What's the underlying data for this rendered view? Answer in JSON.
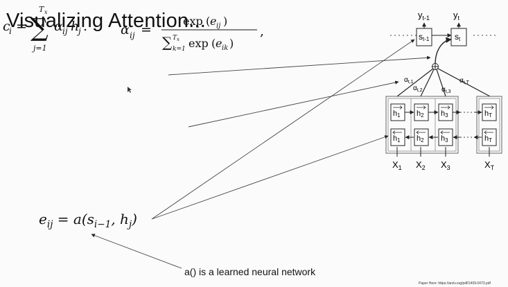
{
  "slide": {
    "title": "Visualizing Attention...",
    "caption": "a() is a learned neural network",
    "source": "Paper Here: https://arxiv.org/pdf/1409.0473.pdf"
  },
  "equations": {
    "context": "c_i = sum_{j=1}^{T_x} alpha_ij h_j.",
    "weight": "alpha_ij = exp(e_ij) / sum_{k=1}^{T_x} exp(e_ik),",
    "score": "e_ij = a(s_{i-1}, h_j)"
  },
  "diagram": {
    "outputs": [
      "y_{t-1}",
      "y_t"
    ],
    "states": [
      "s_{t-1}",
      "s_t"
    ],
    "weights": [
      "α_{t,1}",
      "α_{t,2}",
      "α_{t,3}",
      "α_{t,T}"
    ],
    "inputs": [
      "X_1",
      "X_2",
      "X_3",
      "X_T"
    ],
    "forward_states": [
      "h_1",
      "h_2",
      "h_3",
      "h_T"
    ],
    "backward_states": [
      "h_1",
      "h_2",
      "h_3",
      "h_T"
    ]
  }
}
